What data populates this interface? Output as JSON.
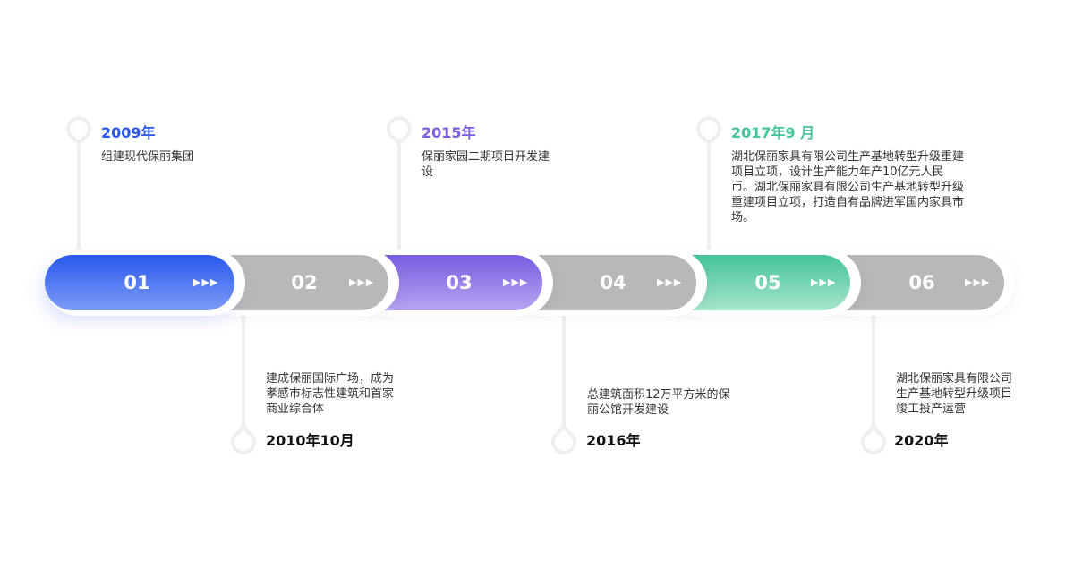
{
  "steps": [
    {
      "num": "01",
      "arrows": "▶▶▶",
      "color": "#2a58ee"
    },
    {
      "num": "02",
      "arrows": "▶▶▶"
    },
    {
      "num": "03",
      "arrows": "▶▶▶",
      "color": "#7a5de0"
    },
    {
      "num": "04",
      "arrows": "▶▶▶"
    },
    {
      "num": "05",
      "arrows": "▶▶▶",
      "color": "#46c49a"
    },
    {
      "num": "06",
      "arrows": "▶▶▶"
    }
  ],
  "events": [
    {
      "year": "2009年",
      "text": "组建现代保丽集团"
    },
    {
      "year": "2010年10月",
      "text": "建成保丽国际广场，成为孝感市标志性建筑和首家商业综合体"
    },
    {
      "year": "2015年",
      "text": "保丽家园二期项目开发建设"
    },
    {
      "year": "2016年",
      "text": "总建筑面积12万平方米的保丽公馆开发建设"
    },
    {
      "year": "2017年9 月",
      "text": "湖北保丽家具有限公司生产基地转型升级重建项目立项，设计生产能力年产10亿元人民币。湖北保丽家具有限公司生产基地转型升级重建项目立项，打造自有品牌进军国内家具市场。"
    },
    {
      "year": "2020年",
      "text": "湖北保丽家具有限公司生产基地转型升级项目竣工投产运营"
    }
  ]
}
